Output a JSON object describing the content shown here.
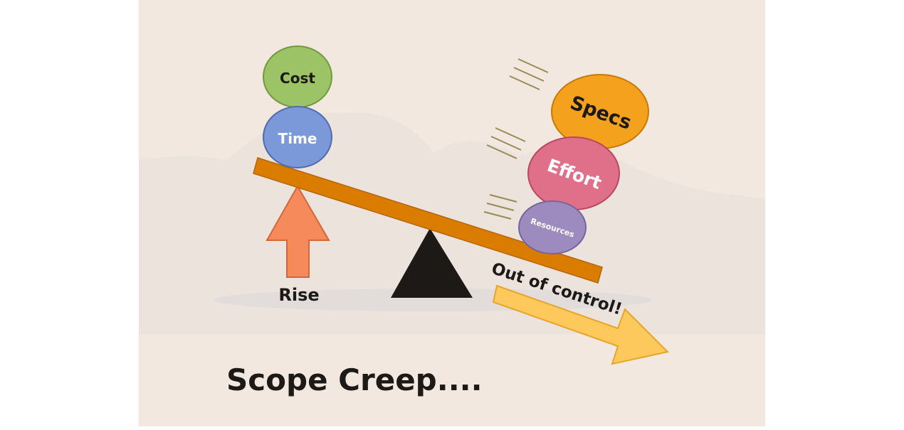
{
  "title": "Scope Creep....",
  "left_items": [
    {
      "label": "Cost",
      "color": "#9cc466"
    },
    {
      "label": "Time",
      "color": "#7b98d8"
    }
  ],
  "right_items": [
    {
      "label": "Specs",
      "color": "#f4a11e"
    },
    {
      "label": "Effort",
      "color": "#e07089"
    },
    {
      "label": "Resources",
      "color": "#9d8bbf"
    }
  ],
  "rise_label": "Rise",
  "out_of_control_label": "Out of control!",
  "colors": {
    "background": "#f2e8df",
    "beam": "#d97c00",
    "fulcrum": "#1c1916",
    "rise_arrow": "#f78a5a",
    "down_arrow": "#fdc95c"
  },
  "icons": [
    "up-arrow-icon",
    "down-arrow-icon",
    "motion-lines-icon",
    "fulcrum-triangle-icon"
  ]
}
